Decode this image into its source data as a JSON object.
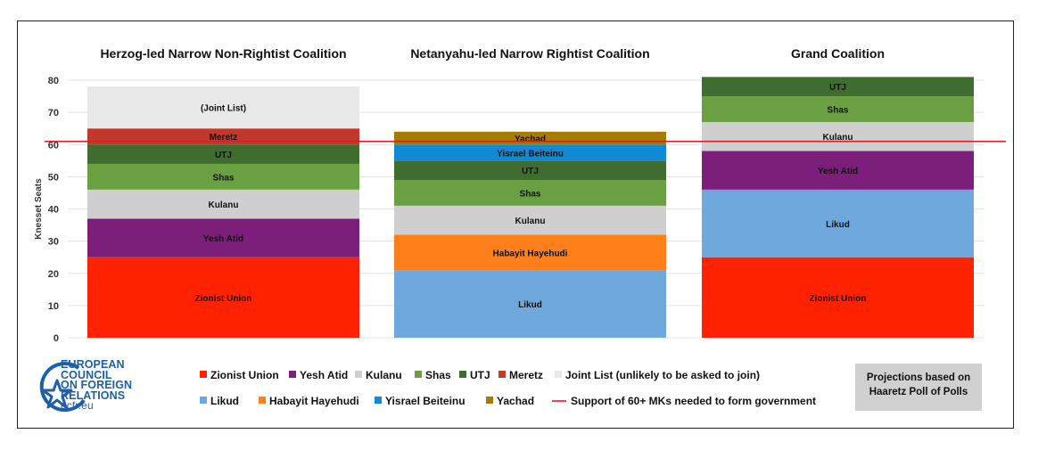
{
  "colors": {
    "Zionist Union": "#ff2200",
    "Yesh Atid": "#7b1f7b",
    "Kulanu": "#cfcfcf",
    "Shas": "#6aa042",
    "UTJ": "#3f6d2f",
    "Meretz": "#c0392b",
    "Joint List": "#e8e8e8",
    "Likud": "#6fa8dc",
    "Habayit Hayehudi": "#ff7f1a",
    "Yisrael Beiteinu": "#0f8ad6",
    "Yachad": "#a67c00",
    "threshold": "#e01b1b"
  },
  "chart_data": {
    "type": "bar",
    "stacked": true,
    "ylabel": "Knesset Seats",
    "ylim": [
      0,
      80
    ],
    "yticks": [
      0,
      10,
      20,
      30,
      40,
      50,
      60,
      70,
      80
    ],
    "threshold": {
      "value": 61,
      "label": "Support of 60+ MKs needed to form government"
    },
    "categories": [
      "Herzog-led Narrow Non-Rightist Coalition",
      "Netanyahu-led Narrow Rightist Coalition",
      "Grand Coalition"
    ],
    "stacks": [
      {
        "title": "Herzog-led Narrow Non-Rightist Coalition",
        "segments": [
          {
            "name": "Zionist Union",
            "label": "Zionist Union",
            "value": 25
          },
          {
            "name": "Yesh Atid",
            "label": "Yesh Atid",
            "value": 12
          },
          {
            "name": "Kulanu",
            "label": "Kulanu",
            "value": 9
          },
          {
            "name": "Shas",
            "label": "Shas",
            "value": 8
          },
          {
            "name": "UTJ",
            "label": "UTJ",
            "value": 6
          },
          {
            "name": "Meretz",
            "label": "Meretz",
            "value": 5
          },
          {
            "name": "Joint List",
            "label": "(Joint List)",
            "value": 13
          }
        ]
      },
      {
        "title": "Netanyahu-led Narrow Rightist Coalition",
        "segments": [
          {
            "name": "Likud",
            "label": "Likud",
            "value": 21
          },
          {
            "name": "Habayit Hayehudi",
            "label": "Habayit Hayehudi",
            "value": 11
          },
          {
            "name": "Kulanu",
            "label": "Kulanu",
            "value": 9
          },
          {
            "name": "Shas",
            "label": "Shas",
            "value": 8
          },
          {
            "name": "UTJ",
            "label": "UTJ",
            "value": 6
          },
          {
            "name": "Yisrael Beiteinu",
            "label": "Yisrael Beiteinu",
            "value": 5
          },
          {
            "name": "Yachad",
            "label": "Yachad",
            "value": 4
          }
        ]
      },
      {
        "title": "Grand Coalition",
        "segments": [
          {
            "name": "Zionist Union",
            "label": "Zionist Union",
            "value": 25
          },
          {
            "name": "Likud",
            "label": "Likud",
            "value": 21
          },
          {
            "name": "Yesh Atid",
            "label": "Yesh Atid",
            "value": 12
          },
          {
            "name": "Kulanu",
            "label": "Kulanu",
            "value": 9
          },
          {
            "name": "Shas",
            "label": "Shas",
            "value": 8
          },
          {
            "name": "UTJ",
            "label": "UTJ",
            "value": 6
          }
        ]
      }
    ],
    "legend": {
      "row1": [
        {
          "name": "Zionist Union",
          "label": "Zionist Union"
        },
        {
          "name": "Yesh Atid",
          "label": "Yesh Atid"
        },
        {
          "name": "Kulanu",
          "label": "Kulanu"
        },
        {
          "name": "Shas",
          "label": "Shas"
        },
        {
          "name": "UTJ",
          "label": "UTJ"
        },
        {
          "name": "Meretz",
          "label": "Meretz"
        },
        {
          "name": "Joint List",
          "label": "Joint List (unlikely to be asked to join)"
        }
      ],
      "row2": [
        {
          "name": "Likud",
          "label": "Likud"
        },
        {
          "name": "Habayit Hayehudi",
          "label": "Habayit Hayehudi"
        },
        {
          "name": "Yisrael Beiteinu",
          "label": "Yisrael Beiteinu"
        },
        {
          "name": "Yachad",
          "label": "Yachad"
        }
      ]
    }
  },
  "logo": {
    "line1": "EUROPEAN",
    "line2": "COUNCIL",
    "line3": "ON FOREIGN",
    "line4": "RELATIONS",
    "url": "ecfr.eu"
  },
  "note": {
    "line1": "Projections based on",
    "line2": "Haaretz Poll of Polls"
  }
}
